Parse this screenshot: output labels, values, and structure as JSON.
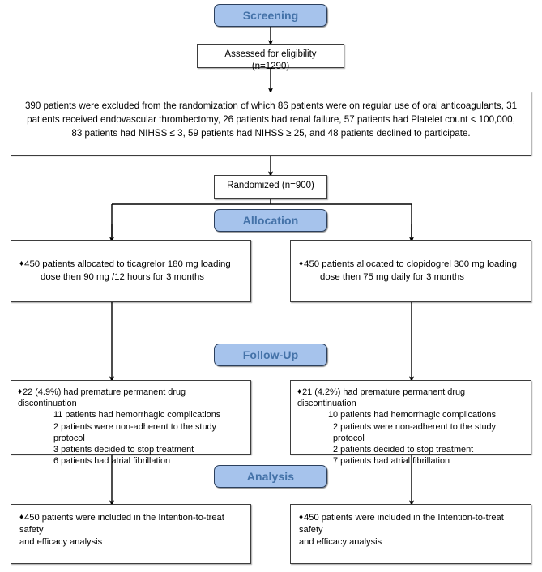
{
  "diagram": {
    "title": "CONSORT participant flow diagram",
    "accent_blue_fill": "#a6c3ec",
    "accent_blue_text": "#4472a8",
    "box_border": "#3d3d3d",
    "arrow_color": "#000000",
    "bullet_glyph": "♦"
  },
  "stages": {
    "screening": "Screening",
    "allocation": "Allocation",
    "followup": "Follow-Up",
    "analysis": "Analysis"
  },
  "screening": {
    "assessed": "Assessed for eligibility (n=1290)",
    "excluded": "390 patients were excluded from the randomization of which 86 patients were on regular use of oral anticoagulants, 31 patients received endovascular thrombectomy, 26 patients had renal failure, 57 patients had Platelet count < 100,000, 83 patients had NIHSS ≤ 3, 59 patients had NIHSS ≥ 25, and 48 patients declined to participate.",
    "randomized": "Randomized (n=900)"
  },
  "allocation": {
    "left": {
      "line1": "450 patients allocated to ticagrelor 180 mg loading",
      "line2": "dose then 90 mg /12 hours for 3 months"
    },
    "right": {
      "line1": "450 patients allocated to clopidogrel 300 mg loading",
      "line2": "dose then 75 mg daily for 3 months"
    }
  },
  "followup": {
    "left": {
      "headline": "22 (4.9%) had premature permanent drug",
      "headline_cont": "discontinuation",
      "items": [
        "11 patients had hemorrhagic complications",
        "2 patients were non-adherent to the study protocol",
        "3 patients decided to stop treatment",
        "6 patients had atrial fibrillation"
      ]
    },
    "right": {
      "headline": "21 (4.2%) had premature permanent drug",
      "headline_cont": "discontinuation",
      "items": [
        "10 patients had hemorrhagic complications",
        "2 patients were non-adherent to the study protocol",
        "2 patients decided to stop treatment",
        "7 patients had atrial fibrillation"
      ]
    }
  },
  "analysis": {
    "left": {
      "line1": "450 patients were included in the Intention-to-treat safety",
      "line2": "and efficacy analysis"
    },
    "right": {
      "line1": "450 patients were included in the Intention-to-treat safety",
      "line2": "and efficacy analysis"
    }
  }
}
